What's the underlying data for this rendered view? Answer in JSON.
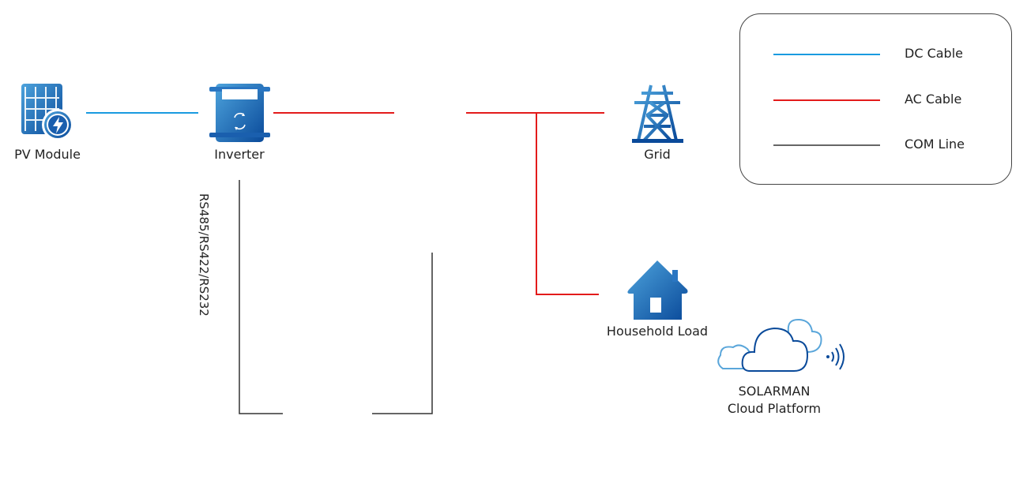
{
  "nodes": {
    "pv_module": "PV Module",
    "inverter": "Inverter",
    "grid": "Grid",
    "household_load": "Household Load",
    "cloud_line1": "SOLARMAN",
    "cloud_line2": "Cloud Platform"
  },
  "com_label": "RS485/RS422/RS232",
  "legend": {
    "items": [
      {
        "label": "DC Cable",
        "color": "#1a9be0"
      },
      {
        "label": "AC Cable",
        "color": "#e31b1b"
      },
      {
        "label": "COM Line",
        "color": "#333333"
      }
    ]
  },
  "colors": {
    "icon_light": "#4da3dc",
    "icon_dark": "#0a4a9a"
  }
}
